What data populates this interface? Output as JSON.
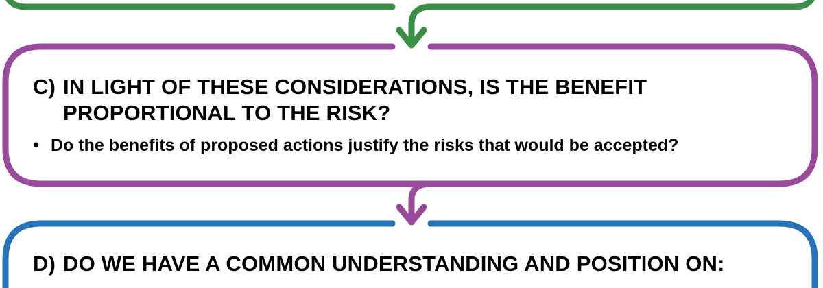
{
  "boxes": [
    {
      "id": "c",
      "color": "#9a4a9a",
      "prefix": "C)",
      "title_line1": "IN LIGHT OF THESE CONSIDERATIONS, IS THE  BENEFIT",
      "title_line2": "PROPORTIONAL TO THE RISK?",
      "bullet_symbol": "•",
      "bullet": "Do the benefits of proposed actions justify the risks that would be accepted?"
    },
    {
      "id": "d",
      "color": "#2673bd",
      "prefix": "D)",
      "title_line1": "DO WE HAVE A COMMON UNDERSTANDING AND POSITION ON:"
    }
  ],
  "previous_box_color": "#3a8f45"
}
